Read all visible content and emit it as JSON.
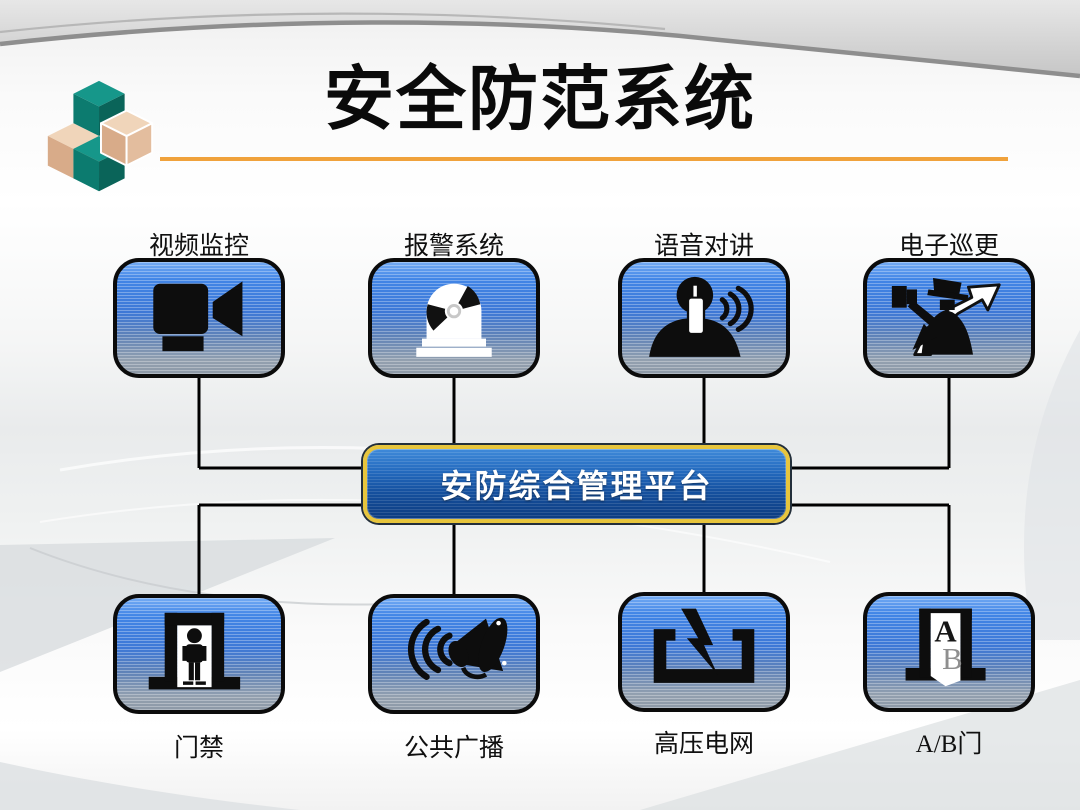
{
  "title": "安全防范系统",
  "logo": {
    "name": "cube-logo"
  },
  "platform": {
    "label": "安防综合管理平台"
  },
  "nodes": [
    {
      "id": "video-surveillance",
      "label": "视频监控",
      "icon": "video-camera-icon",
      "position": "top-1"
    },
    {
      "id": "alarm-system",
      "label": "报警系统",
      "icon": "alarm-siren-icon",
      "position": "top-2"
    },
    {
      "id": "voice-intercom",
      "label": "语音对讲",
      "icon": "intercom-icon",
      "position": "top-3"
    },
    {
      "id": "electronic-patrol",
      "label": "电子巡更",
      "icon": "patrol-guard-icon",
      "position": "top-4"
    },
    {
      "id": "access-control",
      "label": "门禁",
      "icon": "door-person-icon",
      "position": "bottom-1"
    },
    {
      "id": "public-address",
      "label": "公共广播",
      "icon": "loudspeaker-icon",
      "position": "bottom-2"
    },
    {
      "id": "high-voltage-fence",
      "label": "高压电网",
      "icon": "lightning-bracket-icon",
      "position": "bottom-3"
    },
    {
      "id": "ab-door",
      "label": "A/B门",
      "icon": "ab-door-icon",
      "position": "bottom-4",
      "letters": {
        "a": "A",
        "b": "B"
      }
    }
  ],
  "edges": [
    {
      "from": "video-surveillance",
      "to": "platform"
    },
    {
      "from": "alarm-system",
      "to": "platform"
    },
    {
      "from": "voice-intercom",
      "to": "platform"
    },
    {
      "from": "electronic-patrol",
      "to": "platform"
    },
    {
      "from": "access-control",
      "to": "platform"
    },
    {
      "from": "public-address",
      "to": "platform"
    },
    {
      "from": "high-voltage-fence",
      "to": "platform"
    },
    {
      "from": "ab-door",
      "to": "platform"
    }
  ],
  "colors": {
    "accent_line": "#f0a23c",
    "node_fill_top": "#4185e6",
    "node_fill_bottom": "#8d99a7",
    "node_border": "#0b0b0b",
    "platform_fill_top": "#3f8ada",
    "platform_fill_bottom": "#0d3c80",
    "platform_border": "#e7c53d",
    "connector": "#000000",
    "logo_teal": "#12907f",
    "logo_tan": "#e6c0a0"
  }
}
